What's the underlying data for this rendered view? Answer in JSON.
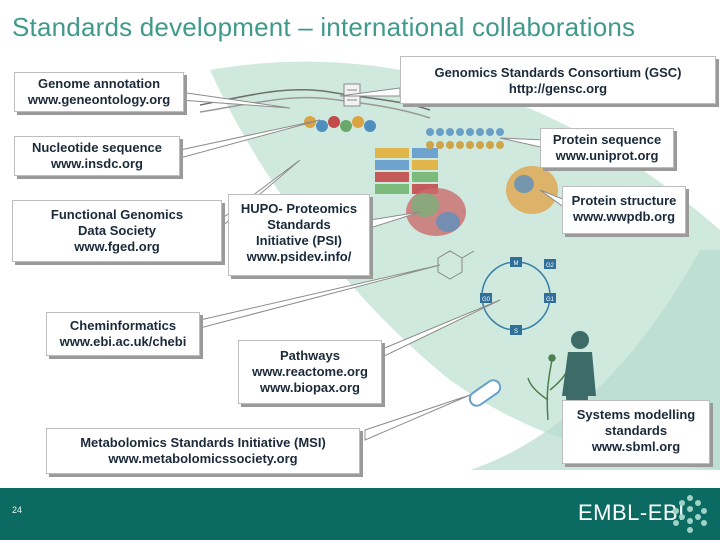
{
  "title": "Standards development – international collaborations",
  "callouts": {
    "genome": {
      "name": "Genome annotation",
      "url": "www.geneontology.org"
    },
    "gsc": {
      "name": "Genomics Standards Consortium (GSC)",
      "url": "http://gensc.org"
    },
    "nucleotide": {
      "name": "Nucleotide sequence",
      "url": "www.insdc.org"
    },
    "protein_seq": {
      "name": "Protein sequence",
      "url": "www.uniprot.org"
    },
    "fged": {
      "line1": "Functional Genomics",
      "line2": "Data Society",
      "url": "www.fged.org"
    },
    "hupo": {
      "line1": "HUPO- Proteomics",
      "line2": "Standards",
      "line3": "Initiative (PSI)",
      "url": "www.psidev.info/"
    },
    "protein_struct": {
      "name": "Protein structure",
      "url": "www.wwpdb.org"
    },
    "chem": {
      "name": "Cheminformatics",
      "url": "www.ebi.ac.uk/chebi"
    },
    "pathways": {
      "name": "Pathways",
      "url1": "www.reactome.org",
      "url2": "www.biopax.org"
    },
    "systems": {
      "line1": "Systems modelling",
      "line2": "standards",
      "url": "www.sbml.org"
    },
    "msi": {
      "name": "Metabolomics Standards Initiative (MSI)",
      "url": "www.metabolomicssociety.org"
    }
  },
  "cycle_labels": [
    "M",
    "G2",
    "G0",
    "G1",
    "S"
  ],
  "footer": {
    "page": "24",
    "logo": "EMBL-EBI"
  },
  "colors": {
    "title": "#3f9a8c",
    "footer": "#0b6b62",
    "band": "#b6dccf"
  }
}
